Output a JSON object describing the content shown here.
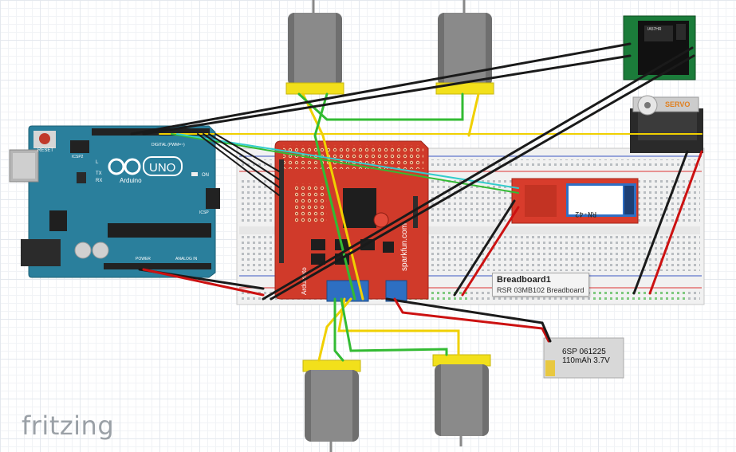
{
  "app": {
    "logo_text": "fritzing"
  },
  "colors": {
    "arduino_board": "#2a7f9c",
    "motor_shield": "#d03a2a",
    "bluetooth_board": "#d83c2c",
    "ir_sensor_board": "#1b7c3a",
    "motor_body": "#777777",
    "motor_cap": "#f2e01b",
    "wire_black": "#1a1a1a",
    "wire_red": "#cc1111",
    "wire_yellow": "#f0d000",
    "wire_green": "#33bb33",
    "wire_cyan": "#33cccc"
  },
  "arduino": {
    "reset_label": "RESET",
    "icsp_label": "ICSP2",
    "brand": "Arduino",
    "model": "UNO",
    "on_label": "ON",
    "l_label": "L",
    "tx_label": "TX",
    "rx_label": "RX",
    "digital_label": "DIGITAL (PWM=~)",
    "icsp2_label": "ICSP",
    "power_label": "POWER",
    "analog_label": "ANALOG IN"
  },
  "motor_shield": {
    "brand": "sparkfun.com",
    "name": "Ardumoto"
  },
  "bluetooth": {
    "label": "RN-42"
  },
  "ir_sensor": {
    "label": "IA57HR"
  },
  "servo": {
    "label": "SERVO"
  },
  "tooltip": {
    "title": "Breadboard1",
    "subtitle": "RSR 03MB102 Breadboard"
  },
  "battery": {
    "line1": "6SP 061225",
    "line2": "110mAh 3.7V"
  }
}
